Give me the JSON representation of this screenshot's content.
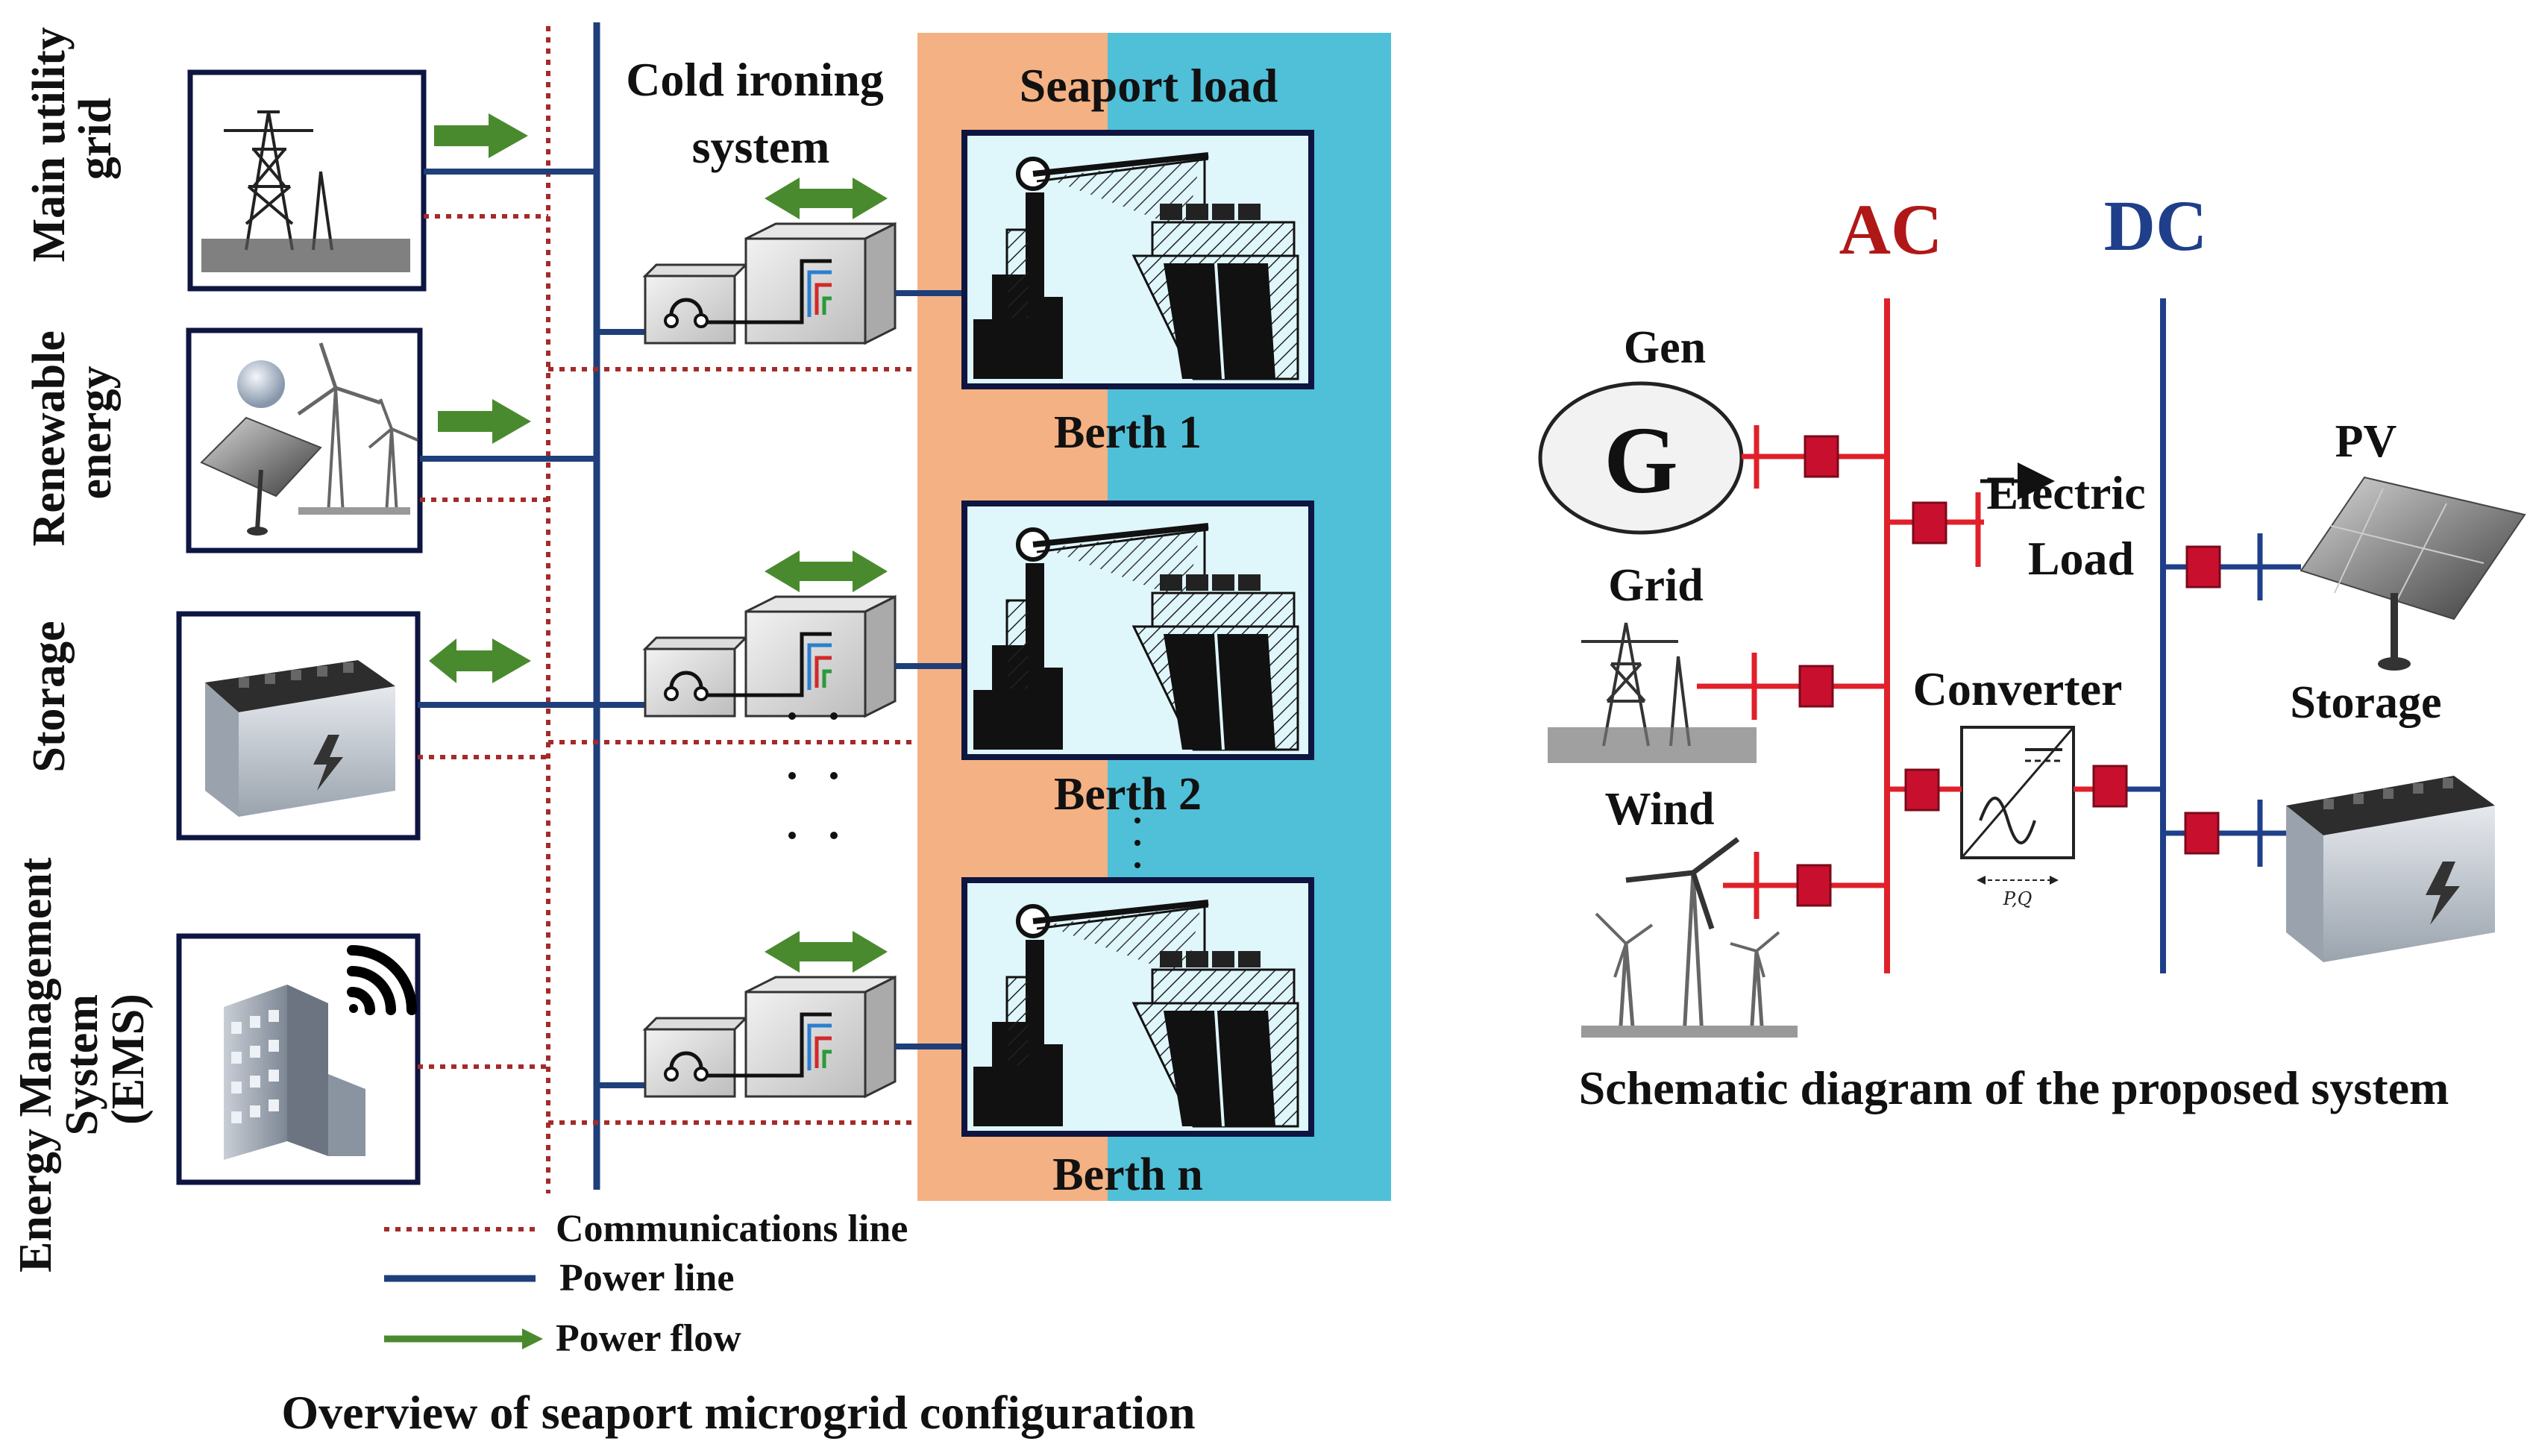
{
  "left_panel": {
    "caption": "Overview of seaport microgrid configuration",
    "cold_ironing_title": [
      "Cold ironing",
      "system"
    ],
    "seaport_load_title": "Seaport load",
    "sources": [
      {
        "label": [
          "Main utility",
          "grid"
        ]
      },
      {
        "label": [
          "Renewable",
          "energy"
        ]
      },
      {
        "label": [
          "Storage"
        ]
      },
      {
        "label": [
          "Energy Management",
          "System",
          "(EMS)"
        ]
      }
    ],
    "berths": [
      "Berth 1",
      "Berth 2",
      "Berth n"
    ],
    "legend": [
      {
        "style": "dotted",
        "label": "Communications line"
      },
      {
        "style": "solid",
        "label": "Power line"
      },
      {
        "style": "arrow",
        "label": "Power flow"
      }
    ]
  },
  "right_panel": {
    "caption": "Schematic diagram of the proposed system",
    "ac_label": "AC",
    "dc_label": "DC",
    "gen_label": "Gen",
    "gen_symbol": "G",
    "grid_label": "Grid",
    "wind_label": "Wind",
    "converter_label": "Converter",
    "converter_sub": "P,Q",
    "load_label": [
      "Electric",
      "Load"
    ],
    "pv_label": "PV",
    "storage_label": "Storage"
  },
  "colors": {
    "power_line": "#1f3f7a",
    "comm_line": "#a52a2a",
    "flow_arrow": "#4a8a2e",
    "ac_bus": "#e0202a",
    "dc_bus": "#1f3f8a",
    "breaker": "#c8102e",
    "orange_zone": "#f4b183",
    "blue_zone": "#4fc0d8",
    "ac_label": "#b01818",
    "dc_label": "#1f3f8a"
  }
}
